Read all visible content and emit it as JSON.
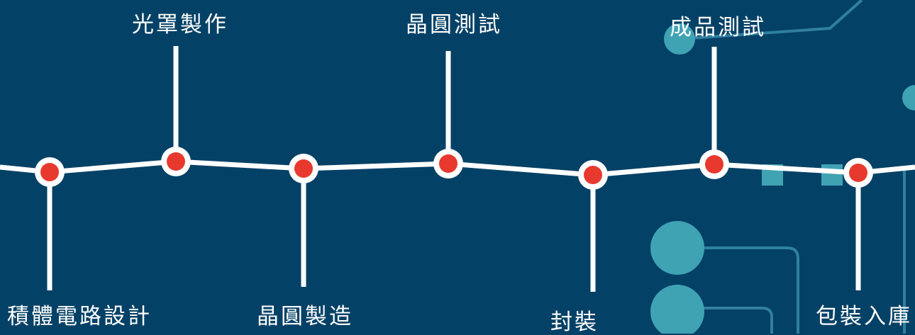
{
  "colors": {
    "background": "#044166",
    "line": "#ffffff",
    "node_fill": "#e8392f",
    "node_ring": "#ffffff",
    "circuit_teal": "#3fa3b3",
    "circuit_line": "#2f7fa0"
  },
  "steps": [
    {
      "id": "design",
      "label": "積體電路設計"
    },
    {
      "id": "mask",
      "label": "光罩製作"
    },
    {
      "id": "fab",
      "label": "晶圓製造"
    },
    {
      "id": "wafer-test",
      "label": "晶圓測試"
    },
    {
      "id": "package",
      "label": "封裝"
    },
    {
      "id": "final-test",
      "label": "成品測試"
    },
    {
      "id": "pack-store",
      "label": "包裝入庫"
    }
  ]
}
